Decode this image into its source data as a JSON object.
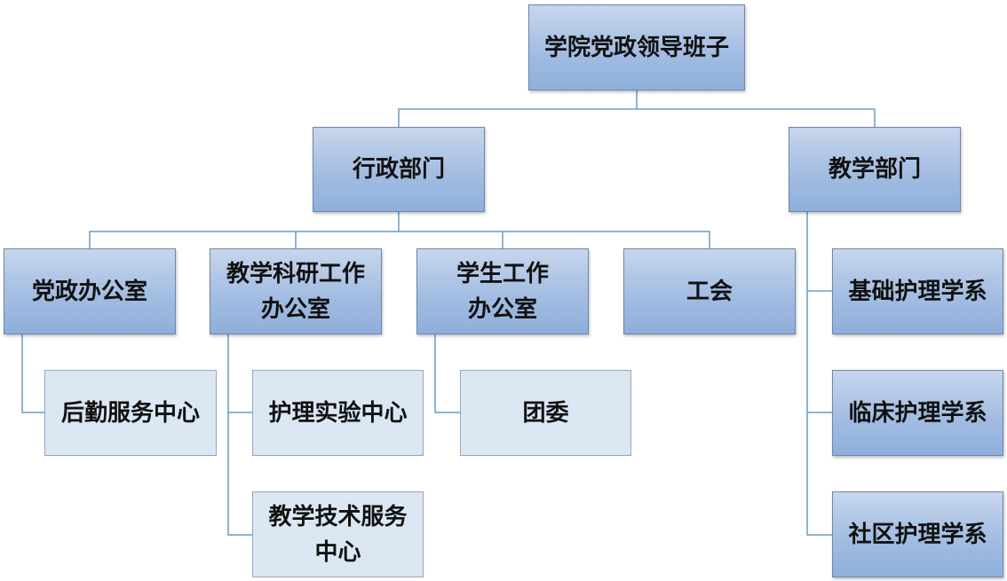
{
  "org_chart": {
    "root": {
      "label": "学院党政领导班子"
    },
    "admin": {
      "label": "行政部门"
    },
    "teaching": {
      "label": "教学部门"
    },
    "party_office": {
      "label": "党政办公室"
    },
    "research_office": {
      "label": "教学科研工作办公室"
    },
    "student_office": {
      "label": "学生工作办公室"
    },
    "union": {
      "label": "工会"
    },
    "logistics": {
      "label": "后勤服务中心"
    },
    "nursing_lab": {
      "label": "护理实验中心"
    },
    "tech_service": {
      "label": "教学技术服务中心"
    },
    "youth_league": {
      "label": "团委"
    },
    "basic_nursing": {
      "label": "基础护理学系"
    },
    "clinical_nursing": {
      "label": "临床护理学系"
    },
    "community_nursing": {
      "label": "社区护理学系"
    }
  },
  "colors": {
    "dark_box_top": "#c7d6ec",
    "dark_box_bottom": "#8eafdb",
    "light_box": "#dce7f4",
    "connector": "#6a9bc6"
  }
}
